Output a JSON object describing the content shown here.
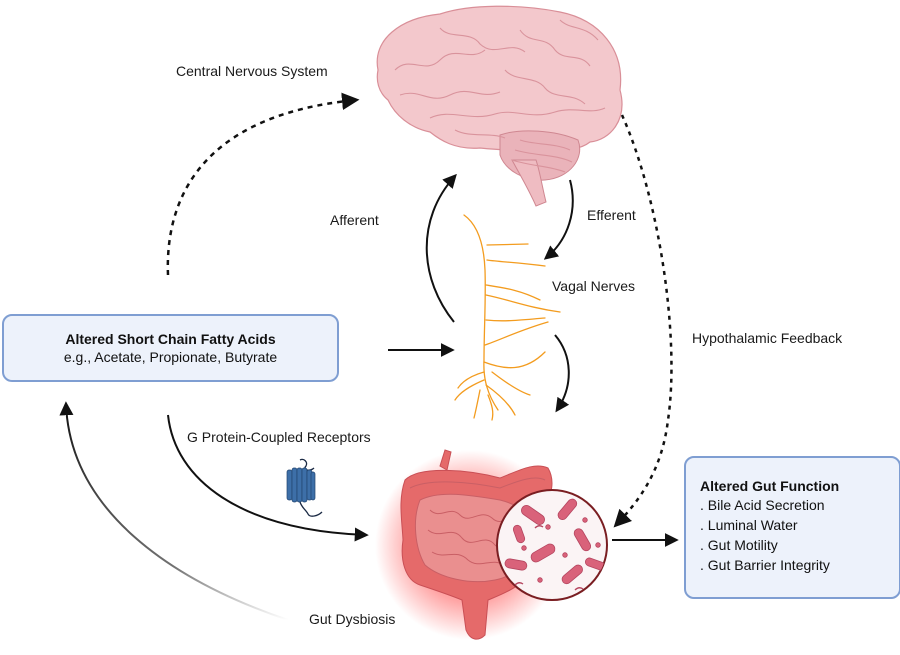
{
  "labels": {
    "cns": "Central Nervous System",
    "afferent": "Afferent",
    "efferent": "Efferent",
    "vagal": "Vagal Nerves",
    "hypothalamic": "Hypothalamic Feedback",
    "gpcr": "G Protein-Coupled Receptors",
    "dysbiosis": "Gut Dysbiosis"
  },
  "scfa_box": {
    "title": "Altered Short Chain Fatty Acids",
    "subtitle": "e.g., Acetate, Propionate, Butyrate"
  },
  "gut_function_box": {
    "title": "Altered Gut Function",
    "items": [
      ". Bile Acid Secretion",
      ". Luminal Water",
      ". Gut Motility",
      ". Gut Barrier Integrity"
    ]
  },
  "illustrations": {
    "brain": "brain-illustration",
    "vagus": "vagal-nerve-illustration",
    "intestine": "inflamed-intestine-illustration",
    "microbiome": "bacteria-magnified-circle",
    "receptor": "gpcr-protein-icon"
  },
  "colors": {
    "brain_fill": "#f2c4c8",
    "brain_stroke": "#d98f98",
    "nerve": "#f39c1f",
    "intestine": "#e06a6a",
    "intestine_glow": "#ff6b6b",
    "bacteria": "#d9627a",
    "receptor": "#3d6fa8",
    "box_fill": "#edf2fb",
    "box_border": "#7f9ed2",
    "arrow": "#111111"
  }
}
